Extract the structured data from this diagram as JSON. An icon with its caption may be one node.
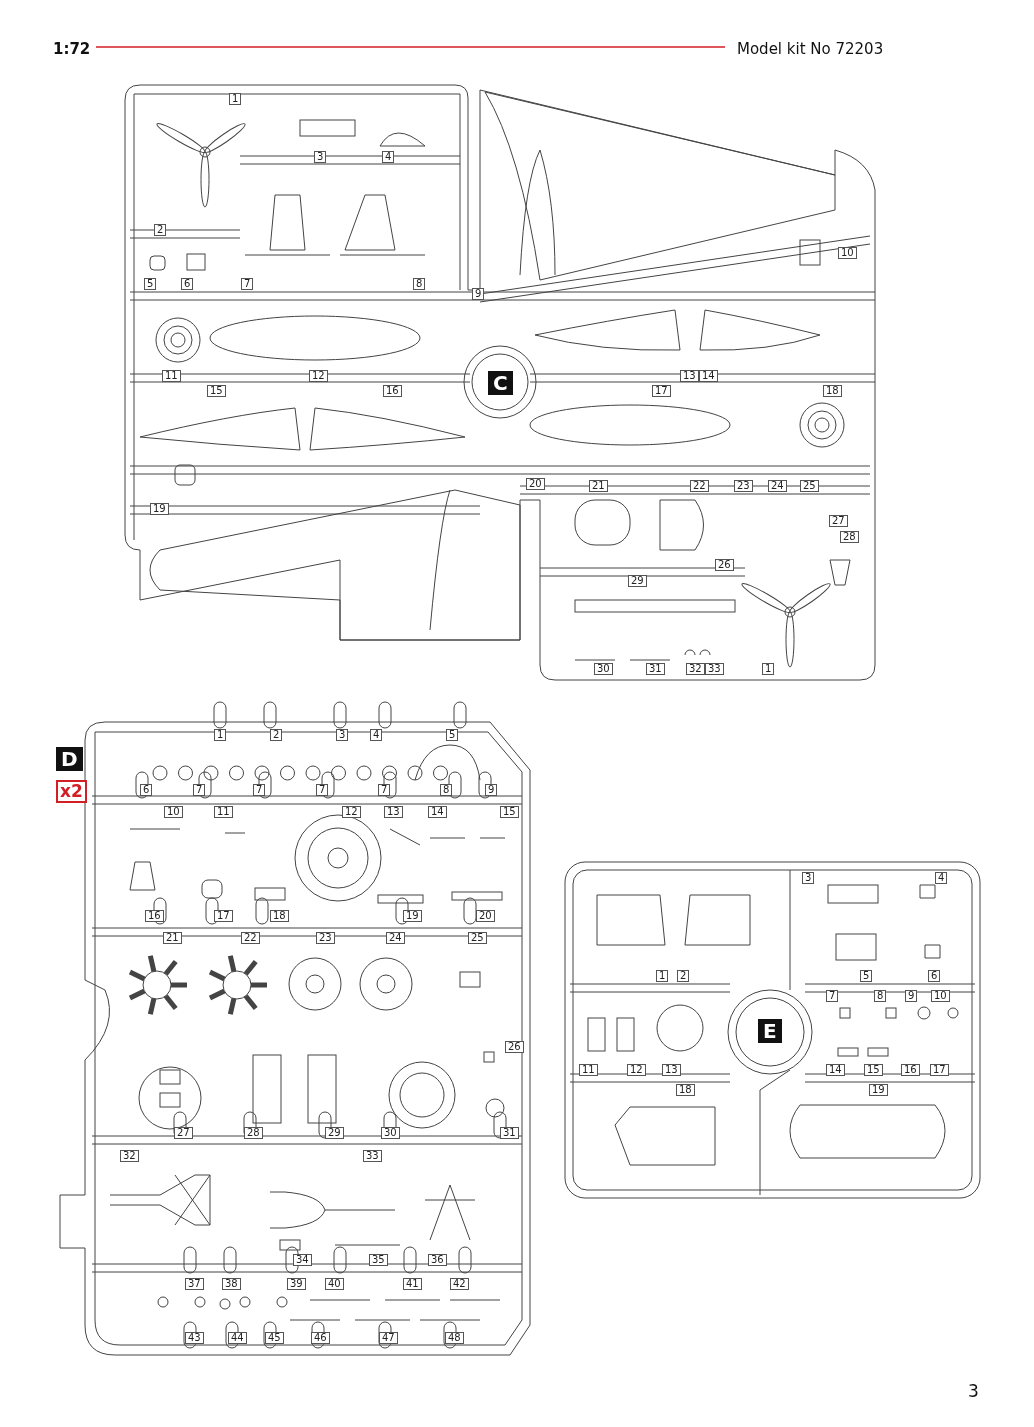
{
  "diagram": {
    "labels": [
      "1:72",
      "Model kit No 72203",
      "1",
      "3",
      "4",
      "2",
      "10",
      "5",
      "6",
      "7",
      "8",
      "9",
      "11",
      "12",
      "13",
      "14",
      "C",
      "15",
      "16",
      "17",
      "18",
      "20",
      "21",
      "22",
      "23",
      "24",
      "25",
      "19",
      "27",
      "28",
      "26",
      "29",
      "30",
      "31",
      "32",
      "33",
      "1",
      "1",
      "2",
      "3",
      "4",
      "5",
      "D",
      "x2",
      "6",
      "7",
      "7",
      "7",
      "7",
      "8",
      "9",
      "10",
      "11",
      "12",
      "13",
      "14",
      "15",
      "16",
      "17",
      "18",
      "19",
      "20",
      "21",
      "22",
      "23",
      "24",
      "25",
      "26",
      "27",
      "28",
      "29",
      "30",
      "31",
      "32",
      "33",
      "34",
      "35",
      "36",
      "37",
      "38",
      "39",
      "40",
      "41",
      "42",
      "43",
      "44",
      "45",
      "46",
      "47",
      "48",
      "3",
      "4",
      "1",
      "2",
      "5",
      "6",
      "7",
      "8",
      "9",
      "10",
      "E",
      "11",
      "12",
      "13",
      "14",
      "15",
      "16",
      "17",
      "18",
      "19",
      "3"
    ]
  }
}
